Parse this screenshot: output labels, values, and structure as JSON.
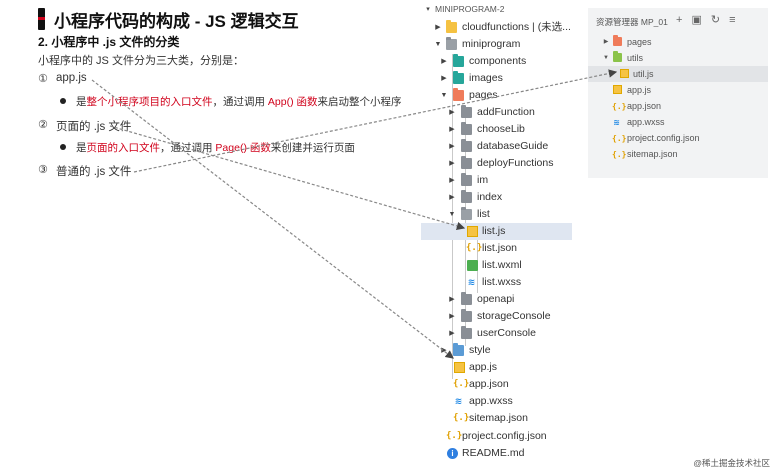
{
  "slide": {
    "title": "小程序代码的构成 - JS 逻辑交互",
    "subtitle": "2. 小程序中 .js 文件的分类",
    "intro": "小程序中的 JS 文件分为三大类，分别是：",
    "items": [
      {
        "num": "①",
        "label": "app.js",
        "bullet": {
          "pre": "是",
          "red1": "整个小程序项目的入口文件",
          "mid": "，通过调用 ",
          "red2": "App() 函数",
          "post": "来启动整个小程序"
        }
      },
      {
        "num": "②",
        "label": "页面的 .js 文件",
        "bullet": {
          "pre": "是",
          "red1": "页面的入口文件",
          "mid": "，通过调用 ",
          "red2": "Page() 函数",
          "post": "来创建并运行页面"
        }
      },
      {
        "num": "③",
        "label": "普通的 .js 文件"
      }
    ]
  },
  "tree": {
    "root_label": "MINIPROGRAM-2",
    "items": [
      {
        "label": "cloudfunctions | (未选...",
        "icon": "cloud-folder-icon"
      },
      {
        "label": "miniprogram",
        "icon": "folder-open-icon"
      },
      {
        "label": "components",
        "icon": "components-folder-icon"
      },
      {
        "label": "images",
        "icon": "images-folder-icon"
      },
      {
        "label": "pages",
        "icon": "pages-folder-icon"
      },
      {
        "label": "addFunction",
        "icon": "folder-icon"
      },
      {
        "label": "chooseLib",
        "icon": "folder-icon"
      },
      {
        "label": "databaseGuide",
        "icon": "folder-icon"
      },
      {
        "label": "deployFunctions",
        "icon": "folder-icon"
      },
      {
        "label": "im",
        "icon": "folder-icon"
      },
      {
        "label": "index",
        "icon": "folder-icon"
      },
      {
        "label": "list",
        "icon": "folder-open-icon"
      },
      {
        "label": "list.js",
        "icon": "js-file-icon"
      },
      {
        "label": "list.json",
        "icon": "json-file-icon"
      },
      {
        "label": "list.wxml",
        "icon": "wxml-file-icon"
      },
      {
        "label": "list.wxss",
        "icon": "wxss-file-icon"
      },
      {
        "label": "openapi",
        "icon": "folder-icon"
      },
      {
        "label": "storageConsole",
        "icon": "folder-icon"
      },
      {
        "label": "userConsole",
        "icon": "folder-icon"
      },
      {
        "label": "style",
        "icon": "style-folder-icon"
      },
      {
        "label": "app.js",
        "icon": "js-file-icon"
      },
      {
        "label": "app.json",
        "icon": "json-file-icon"
      },
      {
        "label": "app.wxss",
        "icon": "wxss-file-icon"
      },
      {
        "label": "sitemap.json",
        "icon": "json-file-icon"
      },
      {
        "label": "project.config.json",
        "icon": "json-file-icon"
      },
      {
        "label": "README.md",
        "icon": "info-icon"
      }
    ]
  },
  "explorer": {
    "header": "资源管理器 MP_01",
    "items": [
      {
        "label": "pages",
        "icon": "pages-folder-icon"
      },
      {
        "label": "utils",
        "icon": "utils-folder-icon"
      },
      {
        "label": "util.js",
        "icon": "js-file-icon"
      },
      {
        "label": "app.js",
        "icon": "js-file-icon"
      },
      {
        "label": "app.json",
        "icon": "json-file-icon"
      },
      {
        "label": "app.wxss",
        "icon": "wxss-file-icon"
      },
      {
        "label": "project.config.json",
        "icon": "json-file-icon"
      },
      {
        "label": "sitemap.json",
        "icon": "json-file-icon"
      }
    ]
  },
  "watermark": "@稀土掘金技术社区",
  "colors": {
    "accent_red": "#d0021b",
    "selection": "#dfe6f1"
  }
}
